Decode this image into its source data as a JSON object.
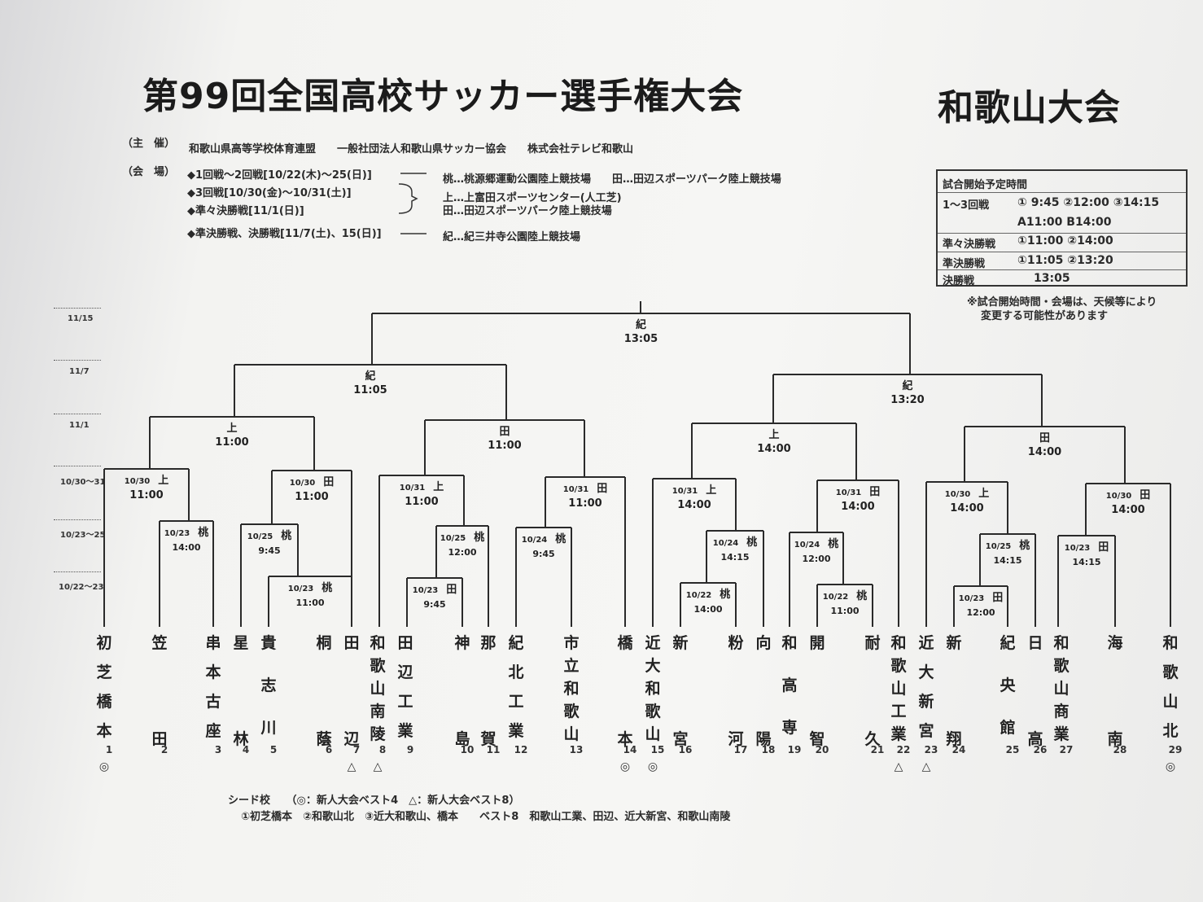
{
  "header": {
    "title": "第99回全国高校サッカー選手権大会",
    "subtitle": "和歌山大会"
  },
  "organizers": {
    "label": "（主　催）",
    "text": "和歌山県高等学校体育連盟　　一般社団法人和歌山県サッカー協会　　株式会社テレビ和歌山"
  },
  "venues": {
    "label": "（会　場）",
    "rows": [
      {
        "round": "◆1回戦～2回戦[10/22(木)～25(日)]",
        "venue": "桃…桃源郷運動公園陸上競技場　　田…田辺スポーツパーク陸上競技場"
      },
      {
        "round": "◆3回戦[10/30(金)～10/31(土)]",
        "venue": "上…上富田スポーツセンター(人工芝)"
      },
      {
        "round": "◆準々決勝戦[11/1(日)]",
        "venue": "田…田辺スポーツパーク陸上競技場"
      },
      {
        "round": "◆準決勝戦、決勝戦[11/7(土)、15(日)]",
        "venue": "紀…紀三井寺公園陸上競技場"
      }
    ]
  },
  "schedule": {
    "title": "試合開始予定時間",
    "rows": [
      {
        "label": "1～3回戦",
        "value": "①  9:45  ②12:00  ③14:15"
      },
      {
        "label": "",
        "value": "A11:00    B14:00"
      },
      {
        "label": "準々決勝戦",
        "value": "①11:00  ②14:00"
      },
      {
        "label": "準決勝戦",
        "value": "①11:05  ②13:20"
      },
      {
        "label": "決勝戦",
        "value": "13:05"
      }
    ],
    "note1": "※試合開始時間・会場は、天候等により",
    "note2": "変更する可能性があります"
  },
  "dates": [
    "11/15",
    "11/7",
    "11/1",
    "10/30～31",
    "10/23～25",
    "10/22～23"
  ],
  "matches": [
    {
      "v": "紀",
      "t": "13:05",
      "d": ""
    },
    {
      "v": "紀",
      "t": "11:05",
      "d": ""
    },
    {
      "v": "紀",
      "t": "13:20",
      "d": ""
    },
    {
      "v": "上",
      "t": "11:00",
      "d": ""
    },
    {
      "v": "田",
      "t": "11:00",
      "d": ""
    },
    {
      "v": "上",
      "t": "14:00",
      "d": ""
    },
    {
      "v": "田",
      "t": "14:00",
      "d": ""
    },
    {
      "v": "上",
      "t": "11:00",
      "d": "10/30"
    },
    {
      "v": "田",
      "t": "11:00",
      "d": "10/30"
    },
    {
      "v": "上",
      "t": "11:00",
      "d": "10/31"
    },
    {
      "v": "田",
      "t": "11:00",
      "d": "10/31"
    },
    {
      "v": "上",
      "t": "14:00",
      "d": "10/31"
    },
    {
      "v": "田",
      "t": "14:00",
      "d": "10/31"
    },
    {
      "v": "上",
      "t": "14:00",
      "d": "10/30"
    },
    {
      "v": "田",
      "t": "14:00",
      "d": "10/30"
    },
    {
      "v": "桃",
      "t": "14:00",
      "d": "10/23"
    },
    {
      "v": "桃",
      "t": "9:45",
      "d": "10/25"
    },
    {
      "v": "桃",
      "t": "11:00",
      "d": "10/23"
    },
    {
      "v": "桃",
      "t": "12:00",
      "d": "10/25"
    },
    {
      "v": "田",
      "t": "9:45",
      "d": "10/23"
    },
    {
      "v": "桃",
      "t": "9:45",
      "d": "10/24"
    },
    {
      "v": "桃",
      "t": "14:15",
      "d": "10/24"
    },
    {
      "v": "桃",
      "t": "14:00",
      "d": "10/22"
    },
    {
      "v": "桃",
      "t": "12:00",
      "d": "10/24"
    },
    {
      "v": "桃",
      "t": "11:00",
      "d": "10/22"
    },
    {
      "v": "桃",
      "t": "14:15",
      "d": "10/25"
    },
    {
      "v": "田",
      "t": "12:00",
      "d": "10/23"
    },
    {
      "v": "田",
      "t": "14:15",
      "d": "10/23"
    }
  ],
  "teams": [
    {
      "name": "初芝橋本",
      "num": "1",
      "mark": "◎"
    },
    {
      "name": "笠田",
      "num": "2",
      "mark": ""
    },
    {
      "name": "串本古座",
      "num": "3",
      "mark": ""
    },
    {
      "name": "星林",
      "num": "4",
      "mark": ""
    },
    {
      "name": "貴志川",
      "num": "5",
      "mark": ""
    },
    {
      "name": "桐蔭",
      "num": "6",
      "mark": ""
    },
    {
      "name": "田辺",
      "num": "7",
      "mark": "△"
    },
    {
      "name": "和歌山南陵",
      "num": "8",
      "mark": "△"
    },
    {
      "name": "田辺工業",
      "num": "9",
      "mark": ""
    },
    {
      "name": "神島",
      "num": "10",
      "mark": ""
    },
    {
      "name": "那賀",
      "num": "11",
      "mark": ""
    },
    {
      "name": "紀北工業",
      "num": "12",
      "mark": ""
    },
    {
      "name": "市立和歌山",
      "num": "13",
      "mark": ""
    },
    {
      "name": "橋本",
      "num": "14",
      "mark": "◎"
    },
    {
      "name": "近大和歌山",
      "num": "15",
      "mark": "◎"
    },
    {
      "name": "新宮",
      "num": "16",
      "mark": ""
    },
    {
      "name": "粉河",
      "num": "17",
      "mark": ""
    },
    {
      "name": "向陽",
      "num": "18",
      "mark": ""
    },
    {
      "name": "和高専",
      "num": "19",
      "mark": ""
    },
    {
      "name": "開智",
      "num": "20",
      "mark": ""
    },
    {
      "name": "耐久",
      "num": "21",
      "mark": ""
    },
    {
      "name": "和歌山工業",
      "num": "22",
      "mark": "△"
    },
    {
      "name": "近大新宮",
      "num": "23",
      "mark": "△"
    },
    {
      "name": "新翔",
      "num": "24",
      "mark": ""
    },
    {
      "name": "紀央館",
      "num": "25",
      "mark": ""
    },
    {
      "name": "日高",
      "num": "26",
      "mark": ""
    },
    {
      "name": "和歌山商業",
      "num": "27",
      "mark": ""
    },
    {
      "name": "海南",
      "num": "28",
      "mark": ""
    },
    {
      "name": "和歌山北",
      "num": "29",
      "mark": "◎"
    }
  ],
  "seeds": {
    "line1": "シード校　　（◎：新人大会ベスト4　△：新人大会ベスト8）",
    "line2": "①初芝橋本　②和歌山北　③近大和歌山、橋本　　ベスト8　和歌山工業、田辺、近大新宮、和歌山南陵"
  }
}
